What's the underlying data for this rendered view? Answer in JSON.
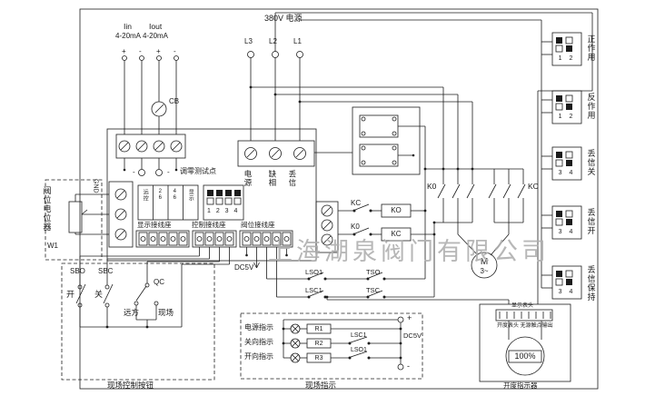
{
  "watermark": "上海湖泉阀门有限公司",
  "analog": {
    "iin": "Iin",
    "iin_range": "4-20mA",
    "iout": "Iout",
    "iout_range": "4-20mA",
    "pol": [
      "+",
      "-",
      "+",
      "-"
    ],
    "test_marks": [
      "-",
      "-"
    ],
    "cb": "CB",
    "zero_test": "调零测试点"
  },
  "power": {
    "title": "380V 电源",
    "phases": [
      "L3",
      "L2",
      "L1"
    ],
    "indicators": [
      "电源",
      "缺相",
      "丢信"
    ]
  },
  "dip_blocks": [
    {
      "label": "正作用",
      "pins": "1 2"
    },
    {
      "label": "反作用",
      "pins": "1 2"
    },
    {
      "label": "丢信关",
      "pins": "3 4"
    },
    {
      "label": "丢信开",
      "pins": "3 4"
    },
    {
      "label": "丢信保持",
      "pins": "3 4"
    }
  ],
  "controller": {
    "gnd": "GND",
    "pot_label": "阀位电位器",
    "pot_ref": "W1",
    "config_cols": [
      "远控",
      "26",
      "46",
      "显示"
    ],
    "config_pins": "1 2 3 4",
    "display_block": "显示接线座",
    "control_block": "控制接线座",
    "valve_block": "阀位接线座",
    "dc5v": "DC5V"
  },
  "relays": {
    "kc_contact": "KC",
    "ko_coil": "KO",
    "k0_contact": "K0",
    "kc_coil": "KC",
    "k0_group": "K0",
    "kc_group": "KC",
    "motor": "M",
    "motor_phases": "3~"
  },
  "limits": {
    "lso1": "LSO1",
    "tso": "TSO",
    "lsc1": "LSC1",
    "tsc": "TSC"
  },
  "local": {
    "caption": "现场控制按钮",
    "sbo": "SBO",
    "sbc": "SBC",
    "open": "开",
    "close": "关",
    "qc": "QC",
    "remote": "远方",
    "site": "现场"
  },
  "indication": {
    "caption": "现场指示",
    "rows": [
      {
        "label": "电源指示",
        "res": "R1"
      },
      {
        "label": "关向指示",
        "res": "R2",
        "sw": "LSC1"
      },
      {
        "label": "开向指示",
        "res": "R3",
        "sw": "LSO1"
      }
    ],
    "plus": "+",
    "minus": "-",
    "dc5v": "DC5V"
  },
  "display_unit": {
    "header": "显示表头",
    "note": "开度表头 无源触点输出",
    "value": "100%",
    "caption": "开度指示器"
  }
}
